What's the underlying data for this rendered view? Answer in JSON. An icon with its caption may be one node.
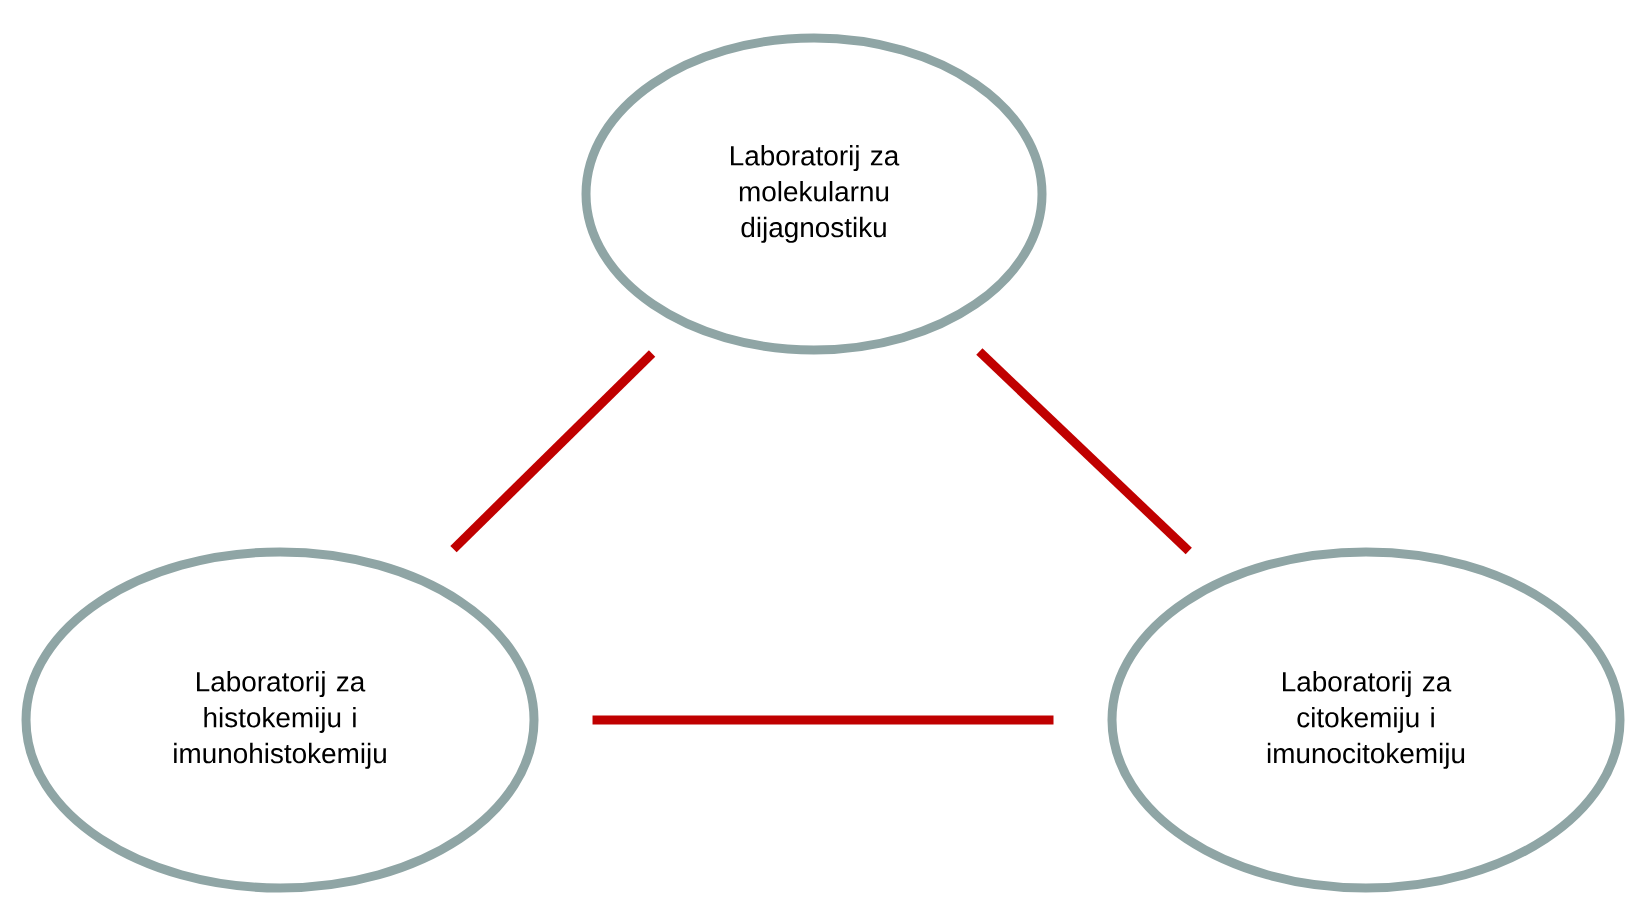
{
  "diagram": {
    "nodes": [
      {
        "text": [
          "Laboratorij za molekularnu dijagnostiku"
        ]
      },
      {
        "text": [
          "Laboratorij za histokemiju i imunohistokemiju"
        ]
      },
      {
        "text": [
          "Laboratorij za citokemiju i imunocitokemiju"
        ]
      }
    ],
    "edges": [
      {
        "from": 1,
        "to": 0,
        "arrow": "none"
      },
      {
        "from": 0,
        "to": 2,
        "arrow": "none"
      },
      {
        "from": 1,
        "to": 2,
        "arrow": "none"
      }
    ]
  }
}
